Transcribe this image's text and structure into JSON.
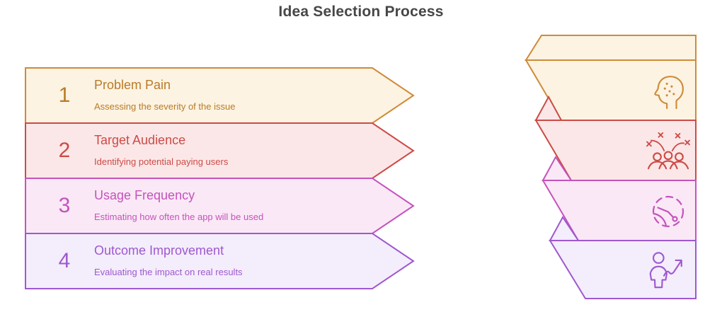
{
  "title": "Idea Selection Process",
  "title_color": "#474747",
  "steps": [
    {
      "number": "1",
      "title": "Problem Pain",
      "description": "Assessing the severity of the issue",
      "icon": "head-pain-icon",
      "colors": {
        "accent": "#CE8B39",
        "text": "#B97B28",
        "bg": "#FCF3E2"
      }
    },
    {
      "number": "2",
      "title": "Target Audience",
      "description": "Identifying potential paying users",
      "icon": "audience-crowd-icon",
      "colors": {
        "accent": "#CC4B47",
        "text": "#CC4B47",
        "bg": "#FBE7E7"
      }
    },
    {
      "number": "3",
      "title": "Usage Frequency",
      "description": "Estimating how often the app will be used",
      "icon": "frequency-clock-icon",
      "colors": {
        "accent": "#C453BC",
        "text": "#C453BC",
        "bg": "#FAE8F6"
      }
    },
    {
      "number": "4",
      "title": "Outcome Improvement",
      "description": "Evaluating the impact on real results",
      "icon": "growth-person-icon",
      "colors": {
        "accent": "#9E58D0",
        "text": "#9E58D0",
        "bg": "#F4EDFB"
      }
    }
  ]
}
